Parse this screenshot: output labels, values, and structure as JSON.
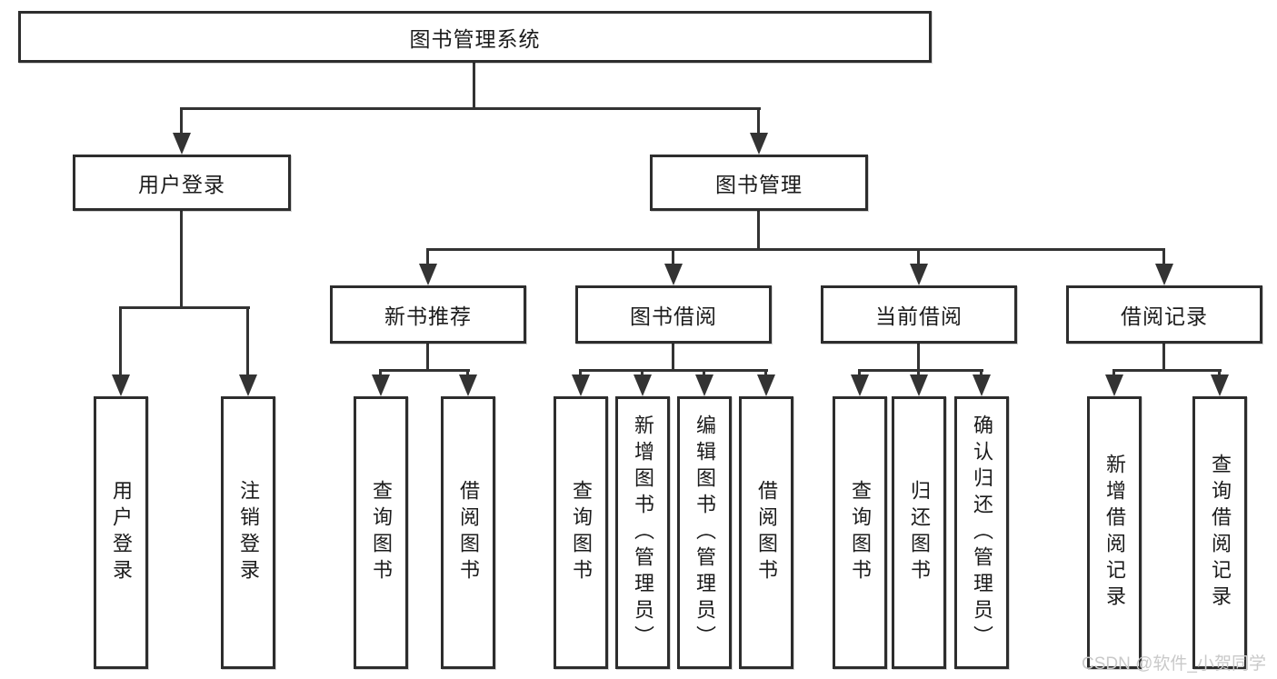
{
  "diagram": {
    "title": "图书管理系统",
    "watermark": "CSDN @软件_小贺同学",
    "colors": {
      "line": "#333333",
      "border": "#2d2d2d",
      "fill": "#ffffff",
      "text": "#1b1b1b",
      "watermark": "#c9c9c9",
      "background": "#ffffff"
    },
    "nodes": {
      "root": {
        "label": "图书管理系统"
      },
      "user_login": {
        "label": "用户登录"
      },
      "book_management": {
        "label": "图书管理"
      },
      "new_book_recommend": {
        "label": "新书推荐"
      },
      "book_borrowing": {
        "label": "图书借阅"
      },
      "current_borrowing": {
        "label": "当前借阅"
      },
      "borrowing_records": {
        "label": "借阅记录"
      },
      "leaf_user_login": {
        "label": "用户登录"
      },
      "leaf_logout_login": {
        "label": "注销登录"
      },
      "leaf_rec_search_book": {
        "label": "查询图书"
      },
      "leaf_rec_borrow_book": {
        "label": "借阅图书"
      },
      "leaf_bb_search_book": {
        "label": "查询图书"
      },
      "leaf_bb_add_book": {
        "label": "新增图书（管理员）"
      },
      "leaf_bb_edit_book": {
        "label": "编辑图书（管理员）"
      },
      "leaf_bb_borrow_book": {
        "label": "借阅图书"
      },
      "leaf_cb_search_book": {
        "label": "查询图书"
      },
      "leaf_cb_return_book": {
        "label": "归还图书"
      },
      "leaf_cb_confirm_return": {
        "label": "确认归还（管理员）"
      },
      "leaf_br_add_record": {
        "label": "新增借阅记录"
      },
      "leaf_br_search_record": {
        "label": "查询借阅记录"
      }
    },
    "edges": [
      [
        "图书管理系统",
        "用户登录"
      ],
      [
        "图书管理系统",
        "图书管理"
      ],
      [
        "用户登录",
        "用户登录"
      ],
      [
        "用户登录",
        "注销登录"
      ],
      [
        "图书管理",
        "新书推荐"
      ],
      [
        "图书管理",
        "图书借阅"
      ],
      [
        "图书管理",
        "当前借阅"
      ],
      [
        "图书管理",
        "借阅记录"
      ],
      [
        "新书推荐",
        "查询图书"
      ],
      [
        "新书推荐",
        "借阅图书"
      ],
      [
        "图书借阅",
        "查询图书"
      ],
      [
        "图书借阅",
        "新增图书（管理员）"
      ],
      [
        "图书借阅",
        "编辑图书（管理员）"
      ],
      [
        "图书借阅",
        "借阅图书"
      ],
      [
        "当前借阅",
        "查询图书"
      ],
      [
        "当前借阅",
        "归还图书"
      ],
      [
        "当前借阅",
        "确认归还（管理员）"
      ],
      [
        "借阅记录",
        "新增借阅记录"
      ],
      [
        "借阅记录",
        "查询借阅记录"
      ]
    ]
  }
}
